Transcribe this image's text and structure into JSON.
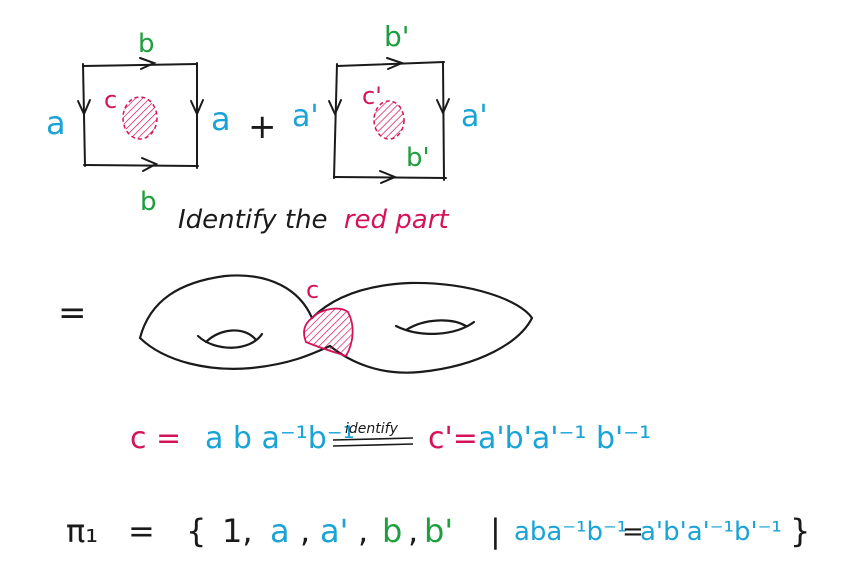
{
  "colors": {
    "blue": "#1aa3d6",
    "green": "#1e9e3e",
    "red": "#d4145a",
    "ink": "#1a1a1a"
  },
  "square1": {
    "top_label": "b",
    "bottom_label": "b",
    "left_label": "a",
    "right_label": "a",
    "disk_label": "c"
  },
  "plus": "+",
  "square2": {
    "top_label": "b'",
    "inner_label": "b'",
    "left_label": "a'",
    "right_label": "a'",
    "disk_label": "c'"
  },
  "caption": {
    "prefix": "Identify the",
    "highlight": "red part"
  },
  "equals_sign": "=",
  "surface": {
    "disk_label": "c"
  },
  "relation": {
    "c_lhs": "c =",
    "word1": "a b a⁻¹b⁻¹",
    "identify_word": "identify",
    "c_rhs": "c'=",
    "word2": "a'b'a'⁻¹ b'⁻¹"
  },
  "pi_line": {
    "pi": "π₁",
    "equals": "=",
    "open_brace": "{",
    "one": "1,",
    "a": "a",
    "comma1": ",",
    "a_prime": "a'",
    "comma2": ",",
    "b": "b",
    "comma3": ",",
    "b_prime": "b'",
    "bar": "|",
    "rel_left": "aba⁻¹b⁻¹",
    "rel_eq": "=",
    "rel_right": "a'b'a'⁻¹b'⁻¹",
    "close_brace": "}"
  }
}
